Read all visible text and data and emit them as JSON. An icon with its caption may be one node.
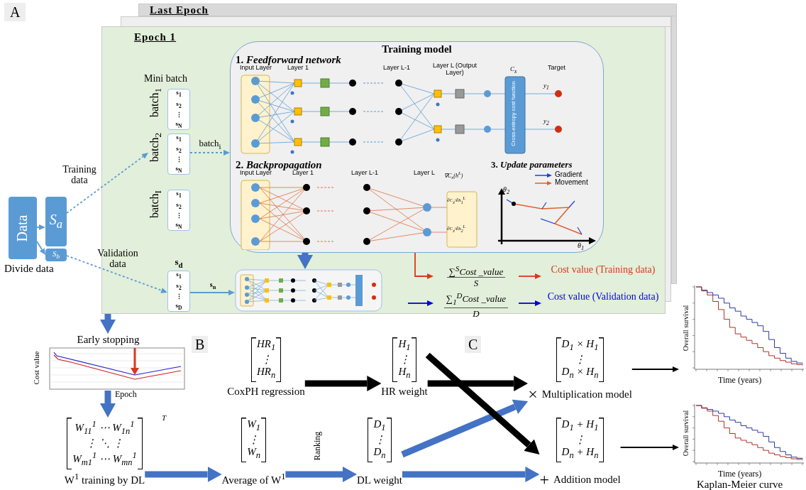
{
  "diagram": {
    "nodes": [
      {
        "text": [
          "Data"
        ]
      },
      {
        "text": [
          "S$_{a}$"
        ]
      },
      {
        "text": [
          "S$_{b}$"
        ]
      },
      {
        "text": [
          "Last Epoch"
        ]
      },
      {
        "text": [
          "Epoch 1"
        ]
      },
      {
        "text": [
          "s$_{1}$",
          "s$_{2}$",
          "⋮",
          "s$_{N}$"
        ],
        "beside": [
          "batch$_{1}$"
        ],
        "in": 4
      },
      {
        "text": [
          "s$_{1}$",
          "s$_{2}$",
          "⋮",
          "s$_{N}$"
        ],
        "beside": [
          "batch$_{2}$"
        ],
        "in": 4
      },
      {
        "text": [
          "s$_{1}$",
          "s$_{2}$",
          "⋮",
          "s$_{N}$"
        ],
        "beside": [
          "batch$_{I}$"
        ],
        "in": 4
      },
      {
        "text": [
          "Training model"
        ],
        "in": 4
      },
      {
        "text": [
          "1. *Feedforward network*"
        ],
        "in": 8
      },
      {
        "text": [
          "2. *Backpropagation*"
        ],
        "in": 8
      },
      {
        "text": [
          "3. *Update parameters*"
        ],
        "in": 8
      },
      {
        "text": [
          "s$_{1}$",
          "s$_{2}$",
          "⋮",
          "s$_{D}$"
        ],
        "beside": [
          "s$_{d}$"
        ],
        "in": 4
      },
      {
        "text": [],
        "shape": "picture",
        "in": 4
      },
      {
        "text": [
          "∑$^{S}$Cost _value",
          "S"
        ],
        "in": 4
      },
      {
        "text": [
          "∑$_{1}$$^{D}$Cost _value",
          "D"
        ],
        "in": 4
      },
      {
        "text": [
          "Cost value (Training data)"
        ],
        "in": 4
      },
      {
        "text": [
          "Cost value (Validation data)"
        ],
        "in": 4
      },
      {
        "text": [
          "Early stopping"
        ]
      },
      {
        "text": [
          "W$_{11}$$^{1}$ ⋯ W$_{1n}$$^{1}$",
          "⋮ ⋱ ⋮",
          "W$_{m1}$$^{1}$ ⋯ W$_{mn}$$^{1}$"
        ],
        "beside": [
          "W$^{1}$ training by DL"
        ]
      },
      {
        "text": [
          "W$_{1}$",
          "⋮",
          "W$_{n}$"
        ],
        "beside": [
          "Average of W$^{1}$"
        ]
      },
      {
        "text": [
          "D$_{1}$",
          "⋮",
          "D$_{n}$"
        ],
        "beside": [
          "DL weight"
        ]
      },
      {
        "text": [
          "HR$_{1}$",
          "⋮",
          "HR$_{n}$"
        ],
        "beside": [
          "CoxPH regression"
        ]
      },
      {
        "text": [
          "H$_{1}$",
          "⋮",
          "H$_{n}$"
        ],
        "beside": [
          "HR weight"
        ]
      },
      {
        "text": [
          "D$_{1}$ × H$_{1}$",
          "⋮",
          "D$_{n}$ × H$_{n}$"
        ],
        "beside": [
          "×",
          "Multiplication model"
        ]
      },
      {
        "text": [
          "D$_{1}$ + H$_{1}$",
          "⋮",
          "D$_{n}$ + H$_{n}$"
        ],
        "beside": [
          "+",
          "Addition model"
        ]
      },
      {
        "text": [],
        "shape": "picture"
      },
      {
        "text": [],
        "shape": "picture"
      }
    ],
    "edges": [
      {
        "from": 0,
        "to": 1,
        "arrow": "to"
      },
      {
        "from": 0,
        "to": 2,
        "arrow": "to"
      },
      {
        "from": 1,
        "to": 6,
        "arrow": "to",
        "style": "dashed",
        "label": "Training data"
      },
      {
        "from": 2,
        "to": 12,
        "arrow": "to",
        "style": "dashed",
        "label": "Validation data"
      },
      {
        "from": 6,
        "to": 8,
        "arrow": "to",
        "style": "dashed",
        "label": "batch$_{i}$"
      },
      {
        "from": 12,
        "to": 13,
        "arrow": "to",
        "label": "s$_{n}$"
      },
      {
        "from": 8,
        "to": 13,
        "arrow": "to",
        "style": "thick",
        "color": "#4472c4"
      },
      {
        "from": 8,
        "to": 14,
        "arrow": "to",
        "color": "#d9381e"
      },
      {
        "from": null,
        "to": 15,
        "arrow": "to",
        "color": "#0000dd"
      },
      {
        "from": 14,
        "to": 16,
        "arrow": "to",
        "color": "#d9381e"
      },
      {
        "from": 15,
        "to": 17,
        "arrow": "to",
        "color": "#0000dd"
      },
      {
        "from": 4,
        "to": 18,
        "arrow": "to",
        "style": "thick",
        "color": "#4472c4"
      },
      {
        "from": 18,
        "to": 19,
        "arrow": "to",
        "style": "thick",
        "color": "#4472c4"
      },
      {
        "from": 19,
        "to": 20,
        "arrow": "to",
        "style": "thick",
        "color": "#4472c4"
      },
      {
        "from": 20,
        "to": 21,
        "arrow": "to",
        "style": "thick",
        "color": "#4472c4",
        "label": "Ranking"
      },
      {
        "from": 21,
        "to": 25,
        "arrow": "to",
        "style": "thick",
        "color": "#4472c4"
      },
      {
        "from": 21,
        "to": 24,
        "arrow": "to",
        "style": "thick",
        "color": "#4472c4"
      },
      {
        "from": 22,
        "to": 23,
        "arrow": "to",
        "style": "thick",
        "color": "#000000"
      },
      {
        "from": 23,
        "to": 24,
        "arrow": "to",
        "style": "thick",
        "color": "#000000"
      },
      {
        "from": 23,
        "to": 25,
        "arrow": "to",
        "style": "thick",
        "color": "#000000"
      },
      {
        "from": 24,
        "to": 26,
        "arrow": "to",
        "color": "#000000"
      },
      {
        "from": 25,
        "to": 27,
        "arrow": "to",
        "color": "#000000"
      }
    ],
    "labels": [
      "A",
      "Divide data",
      "Mini batch",
      "Input Layer",
      "Layer 1",
      "Layer L-1",
      "Layer L (Output Layer)",
      "C$_{x}$",
      "Target",
      "Cross-entropy cost function",
      "y$_{1}$",
      "y$_{2}$",
      "Input Layer",
      "Layer 1",
      "Layer L-1",
      "Layer L",
      "∇C$_{x}$(h$^{L}$)",
      "∂C$_{x}$/∂h$_{1}$$^{L}$",
      "∂C$_{x}$/∂h$_{2}$$^{L}$",
      "θ$_{2}$",
      "θ$_{1}$",
      "B",
      "C",
      "Cost value",
      "Epoch",
      "T",
      "Overall survival",
      "Time (years)",
      "Overall survival",
      "Time (years)",
      "Kaplan-Meier curve"
    ],
    "legend": [
      {
        "text": "Gradient"
      },
      {
        "text": "Movement"
      }
    ]
  }
}
